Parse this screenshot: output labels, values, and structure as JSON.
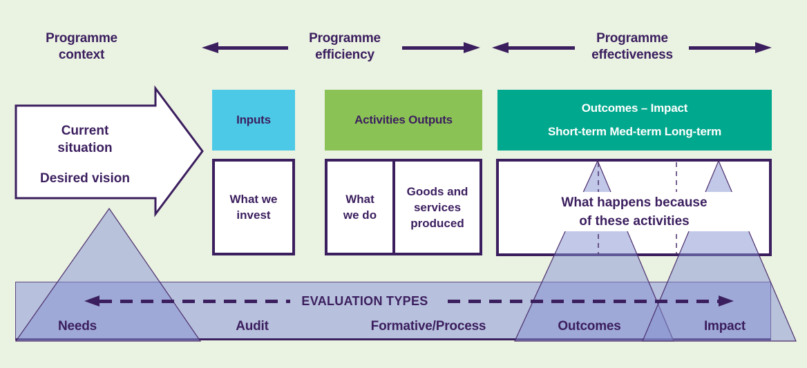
{
  "colors": {
    "background": "#eaf2e2",
    "text_dark_purple": "#3b1e5e",
    "inputs_cyan": "#4cc9e6",
    "activities_green": "#8bc255",
    "outcomes_teal": "#00a88d",
    "band_fill": "#b7c0dc",
    "triangle_fill": "#8692d2"
  },
  "header": {
    "context": "Programme context",
    "efficiency": "Programme efficiency",
    "effectiveness": "Programme effectiveness"
  },
  "context_arrow": {
    "line1": "Current situation",
    "line2": "Desired vision"
  },
  "flow": {
    "inputs": {
      "header": "Inputs",
      "body": "What we invest"
    },
    "activities": {
      "header": "Activities Outputs",
      "body_left": "What we do",
      "body_right": "Goods and services produced"
    },
    "outcomes": {
      "header_line1": "Outcomes – Impact",
      "header_line2": "Short-term Med-term Long-term",
      "body_line1": "What happens because",
      "body_line2": "of these activities"
    }
  },
  "evaluation": {
    "title": "EVALUATION TYPES",
    "labels": [
      "Needs",
      "Audit",
      "Formative/Process",
      "Outcomes",
      "Impact"
    ]
  }
}
